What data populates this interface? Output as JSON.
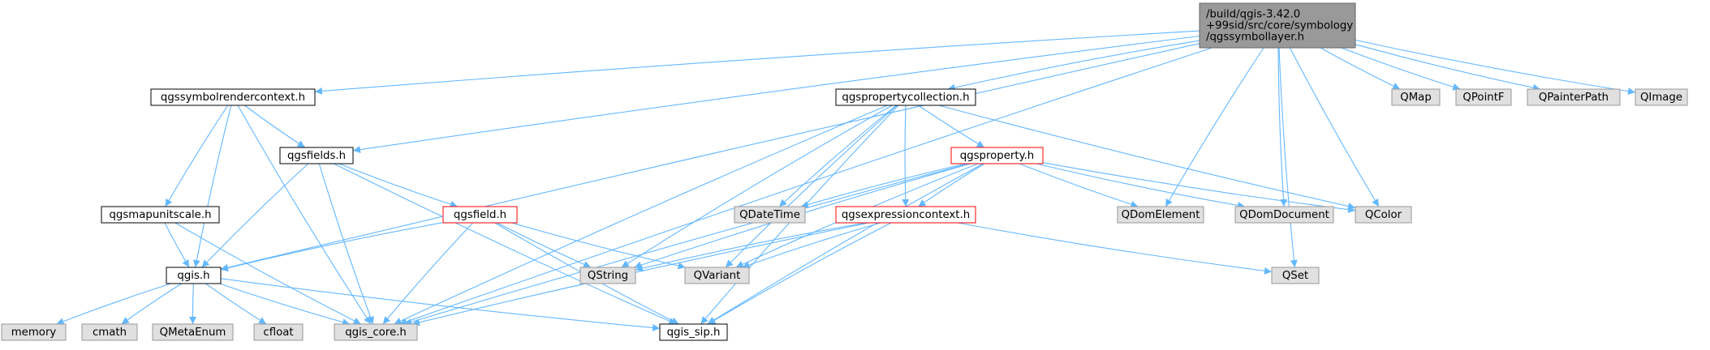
{
  "diagram": {
    "type": "include-dependency-graph",
    "colors": {
      "edge": "#63b8ff",
      "root_fill": "#999999",
      "root_stroke": "#666666",
      "node_fill": "#ffffff",
      "node_stroke": "#000000",
      "error_stroke": "#ff0000",
      "system_fill": "#e0e0e0",
      "system_stroke": "#999999",
      "text": "#000000"
    },
    "nodes": [
      {
        "id": "root",
        "kind": "root",
        "lines": [
          "/build/qgis-3.42.0",
          "+99sid/src/core/symbology",
          "/qgssymbollayer.h"
        ]
      },
      {
        "id": "rendercontext",
        "kind": "normal",
        "lines": [
          "qgssymbolrendercontext.h"
        ]
      },
      {
        "id": "propcollection",
        "kind": "normal",
        "lines": [
          "qgspropertycollection.h"
        ]
      },
      {
        "id": "qmap",
        "kind": "system",
        "lines": [
          "QMap"
        ]
      },
      {
        "id": "qpointf",
        "kind": "system",
        "lines": [
          "QPointF"
        ]
      },
      {
        "id": "qpainterpath",
        "kind": "system",
        "lines": [
          "QPainterPath"
        ]
      },
      {
        "id": "qimage",
        "kind": "system",
        "lines": [
          "QImage"
        ]
      },
      {
        "id": "fields",
        "kind": "normal",
        "lines": [
          "qgsfields.h"
        ]
      },
      {
        "id": "property",
        "kind": "error",
        "lines": [
          "qgsproperty.h"
        ]
      },
      {
        "id": "mapunitscale",
        "kind": "normal",
        "lines": [
          "qgsmapunitscale.h"
        ]
      },
      {
        "id": "field",
        "kind": "error",
        "lines": [
          "qgsfield.h"
        ]
      },
      {
        "id": "qdatetime",
        "kind": "system",
        "lines": [
          "QDateTime"
        ]
      },
      {
        "id": "exprcontext",
        "kind": "error",
        "lines": [
          "qgsexpressioncontext.h"
        ]
      },
      {
        "id": "qdomelement",
        "kind": "system",
        "lines": [
          "QDomElement"
        ]
      },
      {
        "id": "qdomdocument",
        "kind": "system",
        "lines": [
          "QDomDocument"
        ]
      },
      {
        "id": "qcolor",
        "kind": "system",
        "lines": [
          "QColor"
        ]
      },
      {
        "id": "qgis",
        "kind": "normal",
        "lines": [
          "qgis.h"
        ]
      },
      {
        "id": "qstring",
        "kind": "system",
        "lines": [
          "QString"
        ]
      },
      {
        "id": "qvariant",
        "kind": "system",
        "lines": [
          "QVariant"
        ]
      },
      {
        "id": "qset",
        "kind": "system",
        "lines": [
          "QSet"
        ]
      },
      {
        "id": "memory",
        "kind": "system",
        "lines": [
          "memory"
        ]
      },
      {
        "id": "cmath",
        "kind": "system",
        "lines": [
          "cmath"
        ]
      },
      {
        "id": "qmetaenum",
        "kind": "system",
        "lines": [
          "QMetaEnum"
        ]
      },
      {
        "id": "cfloat",
        "kind": "system",
        "lines": [
          "cfloat"
        ]
      },
      {
        "id": "qgiscore",
        "kind": "system",
        "lines": [
          "qgis_core.h"
        ]
      },
      {
        "id": "qgissip",
        "kind": "normal",
        "lines": [
          "qgis_sip.h"
        ]
      }
    ],
    "edges": [
      [
        "root",
        "rendercontext"
      ],
      [
        "root",
        "propcollection"
      ],
      [
        "root",
        "qmap"
      ],
      [
        "root",
        "qpointf"
      ],
      [
        "root",
        "qpainterpath"
      ],
      [
        "root",
        "qimage"
      ],
      [
        "root",
        "fields"
      ],
      [
        "root",
        "qgis"
      ],
      [
        "root",
        "qgiscore"
      ],
      [
        "root",
        "qdomelement"
      ],
      [
        "root",
        "qdomdocument"
      ],
      [
        "root",
        "qcolor"
      ],
      [
        "root",
        "qset"
      ],
      [
        "rendercontext",
        "fields"
      ],
      [
        "rendercontext",
        "mapunitscale"
      ],
      [
        "rendercontext",
        "qgis"
      ],
      [
        "rendercontext",
        "qgiscore"
      ],
      [
        "propcollection",
        "property"
      ],
      [
        "propcollection",
        "exprcontext"
      ],
      [
        "propcollection",
        "qdatetime"
      ],
      [
        "propcollection",
        "qstring"
      ],
      [
        "propcollection",
        "qvariant"
      ],
      [
        "propcollection",
        "qcolor"
      ],
      [
        "propcollection",
        "qgiscore"
      ],
      [
        "propcollection",
        "qgissip"
      ],
      [
        "fields",
        "field"
      ],
      [
        "fields",
        "qgis"
      ],
      [
        "fields",
        "qgiscore"
      ],
      [
        "fields",
        "qgissip"
      ],
      [
        "field",
        "qgis"
      ],
      [
        "field",
        "qstring"
      ],
      [
        "field",
        "qvariant"
      ],
      [
        "field",
        "qgiscore"
      ],
      [
        "field",
        "qgissip"
      ],
      [
        "property",
        "exprcontext"
      ],
      [
        "property",
        "qdatetime"
      ],
      [
        "property",
        "qstring"
      ],
      [
        "property",
        "qvariant"
      ],
      [
        "property",
        "qdomelement"
      ],
      [
        "property",
        "qdomdocument"
      ],
      [
        "property",
        "qcolor"
      ],
      [
        "property",
        "qgiscore"
      ],
      [
        "property",
        "qgissip"
      ],
      [
        "exprcontext",
        "qstring"
      ],
      [
        "exprcontext",
        "qvariant"
      ],
      [
        "exprcontext",
        "qset"
      ],
      [
        "exprcontext",
        "qgiscore"
      ],
      [
        "exprcontext",
        "qgissip"
      ],
      [
        "mapunitscale",
        "qgis"
      ],
      [
        "mapunitscale",
        "qgiscore"
      ],
      [
        "qgis",
        "memory"
      ],
      [
        "qgis",
        "cmath"
      ],
      [
        "qgis",
        "qmetaenum"
      ],
      [
        "qgis",
        "cfloat"
      ],
      [
        "qgis",
        "qgiscore"
      ],
      [
        "qgis",
        "qgissip"
      ]
    ]
  }
}
